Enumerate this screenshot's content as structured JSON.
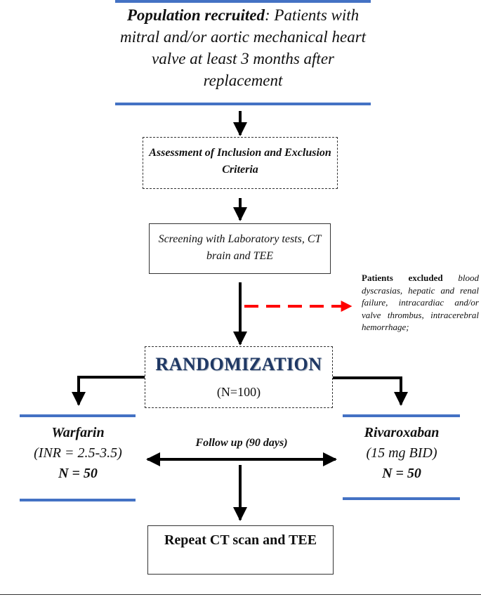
{
  "population": {
    "lead": "Population recruited",
    "text": ": Patients with mitral and/or aortic mechanical heart valve at least 3 months after replacement"
  },
  "assessment": {
    "text": "Assessment of Inclusion and Exclusion Criteria"
  },
  "screening": {
    "text": "Screening with Laboratory tests, CT brain and TEE"
  },
  "excluded": {
    "lead": "Patients excluded",
    "text": " blood dyscrasias, hepatic and renal failure, intracardiac and/or valve thrombus, intracerebral hemorrhage;"
  },
  "randomization": {
    "title": "RANDOMIZATION",
    "n": "(N=100)"
  },
  "warfarin": {
    "name": "Warfarin",
    "detail": "(INR = 2.5-3.5)",
    "n": "N = 50"
  },
  "rivaroxaban": {
    "name": "Rivaroxaban",
    "detail": "(15 mg BID)",
    "n": "N = 50"
  },
  "followup": {
    "text": "Follow up (90 days)"
  },
  "repeat": {
    "text": "Repeat CT scan and TEE"
  },
  "colors": {
    "accent_line": "#4472c4",
    "excluded_arrow": "#ff0000",
    "title_text": "#1f3864"
  }
}
